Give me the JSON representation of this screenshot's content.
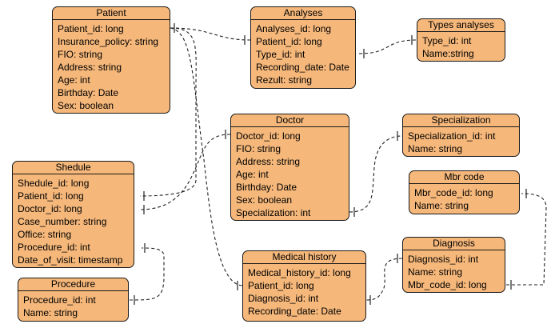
{
  "entities": [
    {
      "id": "patient",
      "name": "Patient",
      "fields": [
        "Patient_id: long",
        "Insurance_policy: string",
        "FIO: string",
        "Address: string",
        "Age: int",
        "Birthday: Date",
        "Sex: boolean"
      ]
    },
    {
      "id": "analyses",
      "name": "Analyses",
      "fields": [
        "Analyses_id: long",
        "Patient_id: long",
        "Type_id: int",
        "Recording_date: Date",
        "Rezult: string"
      ]
    },
    {
      "id": "types-analyses",
      "name": "Types analyses",
      "fields": [
        "Type_id: int",
        "Name:string"
      ]
    },
    {
      "id": "doctor",
      "name": "Doctor",
      "fields": [
        "Doctor_id: long",
        "FIO: string",
        "Address: string",
        "Age: int",
        "Birthday: Date",
        "Sex: boolean",
        "Specialization: int"
      ]
    },
    {
      "id": "specialization",
      "name": "Specialization",
      "fields": [
        "Specialization_id: int",
        "Name: string"
      ]
    },
    {
      "id": "mbr-code",
      "name": "Mbr code",
      "fields": [
        "Mbr_code_id: long",
        "Name: string"
      ]
    },
    {
      "id": "shedule",
      "name": "Shedule",
      "fields": [
        "Shedule_id: long",
        "Patient_id: long",
        "Doctor_id: long",
        "Case_number: string",
        "Office: string",
        "Procedure_id: int",
        "Date_of_visit: timestamp"
      ]
    },
    {
      "id": "procedure",
      "name": "Procedure",
      "fields": [
        "Procedure_id: int",
        "Name: string"
      ]
    },
    {
      "id": "medical-history",
      "name": "Medical history",
      "fields": [
        "Medical_history_id: long",
        "Patient_id: long",
        "Diagnosis_id: int",
        "Recording_date: Date"
      ]
    },
    {
      "id": "diagnosis",
      "name": "Diagnosis",
      "fields": [
        "Diagnosis_id: int",
        "Name: string",
        "Mbr_code_id: long"
      ]
    }
  ],
  "colors": {
    "entity_fill": "#f5b77a",
    "border": "#1a1a1a"
  }
}
